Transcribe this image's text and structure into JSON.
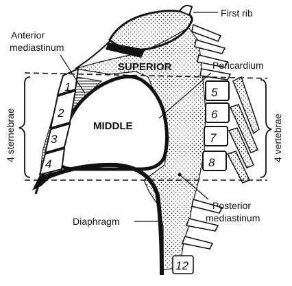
{
  "regions": {
    "superior": "SUPERIOR",
    "middle": "MIDDLE"
  },
  "labels": {
    "first_rib": "First rib",
    "anterior_mediastinum_line1": "Anterior",
    "anterior_mediastinum_line2": "mediastinum",
    "pericardium": "Pericardium",
    "posterior_mediastinum_line1": "Posterior",
    "posterior_mediastinum_line2": "mediastinum",
    "diaphragm": "Diaphragm",
    "sternebrae": "4 sternebrae",
    "vertebrae": "4 vertebrae"
  },
  "sternebrae_numbers": [
    "1",
    "2",
    "3",
    "4"
  ],
  "vertebrae_numbers": [
    "5",
    "6",
    "7",
    "8"
  ],
  "bottom_vertebra_number": "12"
}
